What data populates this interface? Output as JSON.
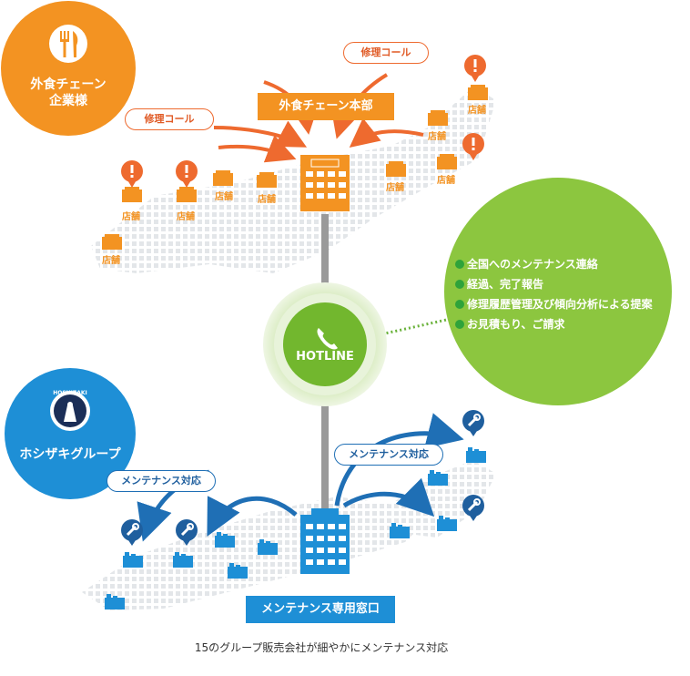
{
  "client": {
    "name_line1": "外食チェーン",
    "name_line2": "企業様",
    "icon": "fork-knife-icon",
    "color": "#f39322"
  },
  "hq": {
    "label": "外食チェーン本部",
    "color": "#f39322"
  },
  "repair_call_left": "修理コール",
  "repair_call_right": "修理コール",
  "store_label": "店舗",
  "hotline": {
    "label": "HOTLINE",
    "icon": "phone-icon",
    "color": "#72b72e"
  },
  "services": {
    "items": [
      "全国へのメンテナンス連絡",
      "経過、完了報告",
      "修理履歴管理及び傾向分析による提案",
      "お見積もり、ご請求"
    ],
    "color": "#8cc63f"
  },
  "provider": {
    "name": "ホシザキグループ",
    "logo_text": "HOSHIZAKI",
    "color": "#1e8fd6"
  },
  "maintenance_left": "メンテナンス対応",
  "maintenance_right": "メンテナンス対応",
  "window": {
    "label": "メンテナンス専用窓口",
    "color": "#1e8fd6"
  },
  "footer": "15のグループ販売会社が細やかにメンテナンス対応",
  "colors": {
    "arrow_orange": "#ee6a2f",
    "arrow_blue": "#1f6fb5",
    "map_gray": "#e4e6e8"
  }
}
